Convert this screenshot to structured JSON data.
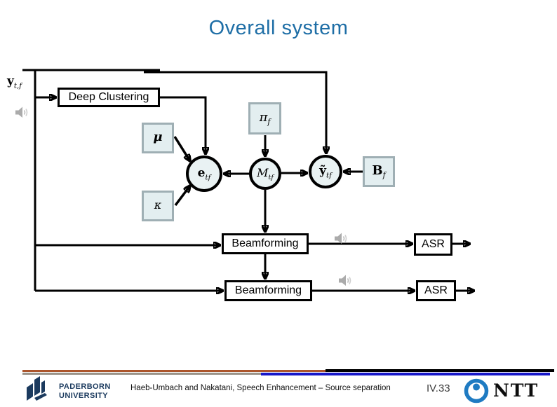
{
  "title": "Overall system",
  "diagram": {
    "input_label": {
      "main": "y",
      "sub": "t,f"
    },
    "deep_clustering_label": "Deep Clustering",
    "nodes": {
      "pi": {
        "main": "π",
        "sub": "f"
      },
      "mu": {
        "main": "μ",
        "sub": ""
      },
      "kappa": {
        "main": "κ",
        "sub": ""
      },
      "e": {
        "main": "e",
        "sub": "tf"
      },
      "m": {
        "main": "M",
        "sub": "tf"
      },
      "y_tilde": {
        "main": "ỹ",
        "sub": "tf"
      },
      "b": {
        "main": "B",
        "sub": "f"
      }
    },
    "beamforming1_label": "Beamforming",
    "beamforming2_label": "Beamforming",
    "asr1_label": "ASR",
    "asr2_label": "ASR"
  },
  "footer": {
    "citation": "Haeb-Umbach and Nakatani, Speech Enhancement – Source separation",
    "page_number": "IV.33",
    "logo_university_line1": "PADERBORN",
    "logo_university_line2": "UNIVERSITY",
    "logo_ntt_text": "NTT"
  },
  "colors": {
    "title_blue": "#1E6EA6",
    "node_fill": "#E3EEF0",
    "node_border_gray": "#9FAFB4",
    "circle_fill": "#E9F2F3",
    "footer_rust": "#AC552C",
    "footer_gray": "#9A9288",
    "footer_blue": "#1717C9",
    "footer_black": "#000000",
    "university_navy": "#1B3A5E",
    "ntt_blue": "#1F7BC2",
    "speaker_gray": "#ABABAB"
  }
}
